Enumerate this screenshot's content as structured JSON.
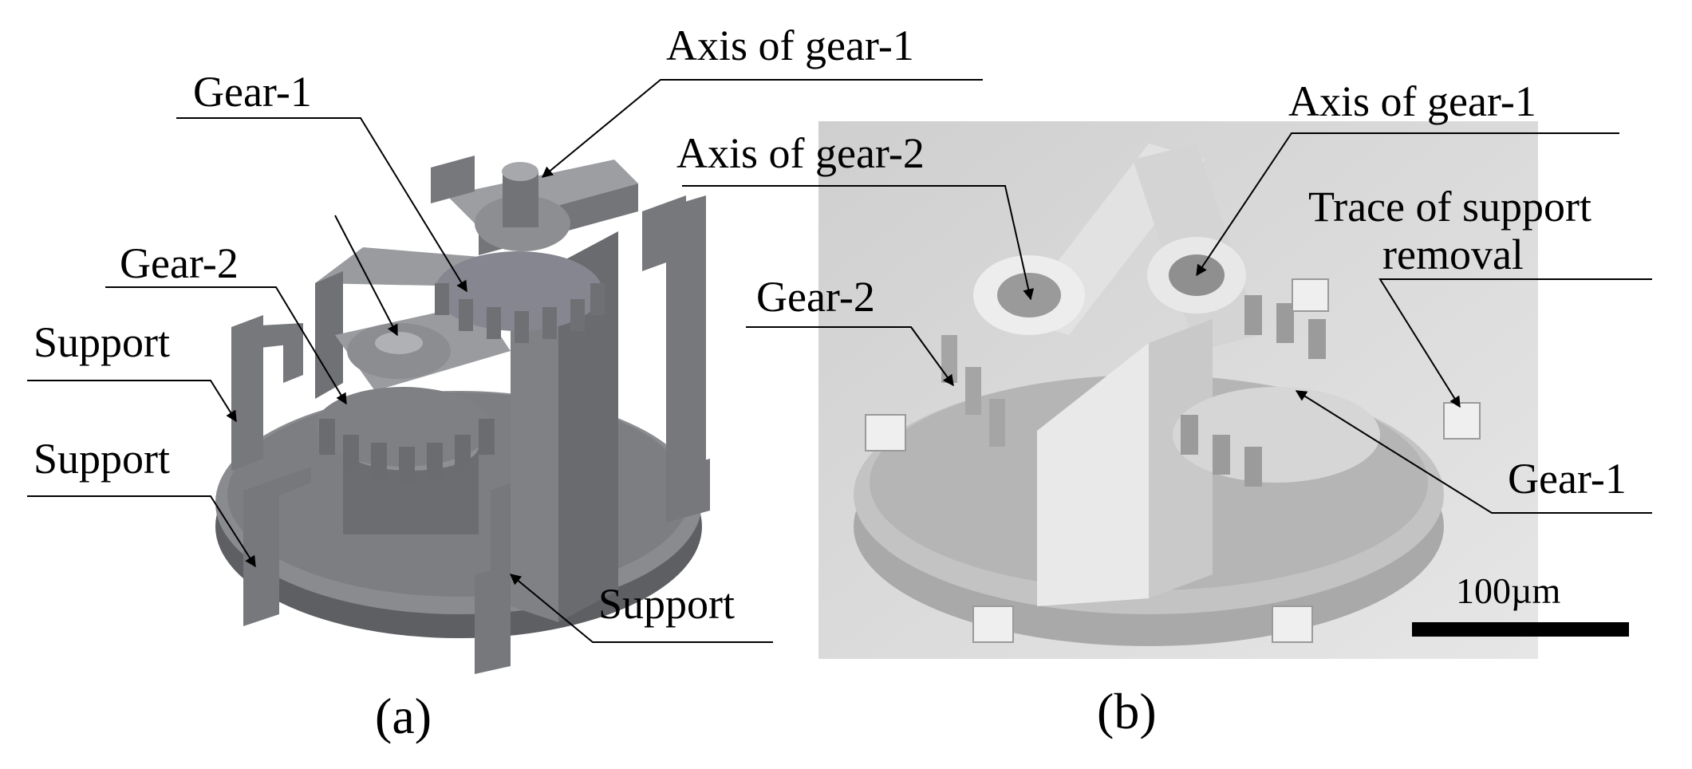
{
  "panel_a": {
    "labels": {
      "axis_gear1": "Axis of gear-1",
      "gear1": "Gear-1",
      "gear2": "Gear-2",
      "support_1": "Support",
      "support_2": "Support",
      "support_3": "Support"
    },
    "caption": "(a)"
  },
  "panel_b": {
    "labels": {
      "axis_gear1": "Axis of gear-1",
      "axis_gear2": "Axis of gear-2",
      "trace_line1": "Trace of support",
      "trace_line2": "removal",
      "gear2": "Gear-2",
      "gear1": "Gear-1"
    },
    "scale_bar": "100µm",
    "caption": "(b)"
  },
  "colors": {
    "model_gray": "#7b7c80",
    "sem_bg": "#d9d9d9",
    "line": "#000000"
  }
}
